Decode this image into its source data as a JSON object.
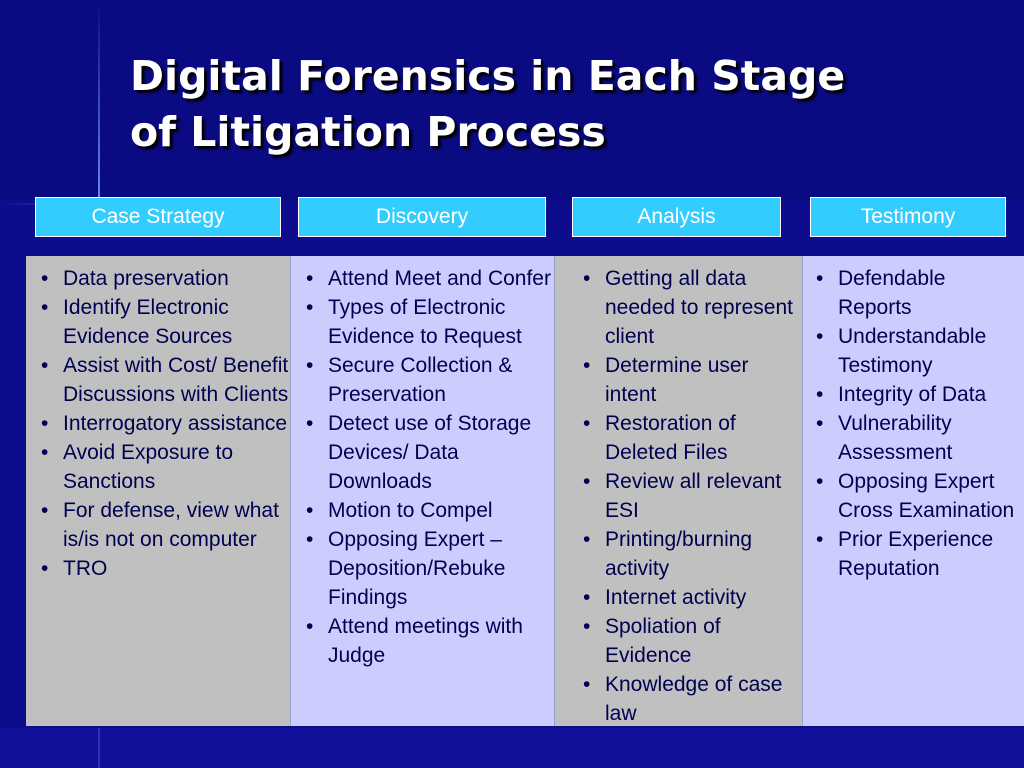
{
  "slide": {
    "title_line1": "Digital Forensics in Each Stage",
    "title_line2": "of Litigation Process"
  },
  "colors": {
    "background": "#0a0a82",
    "tab_fill": "#33ccff",
    "column_gray": "#c0c0c0",
    "column_lavender": "#ccccff",
    "text_dark": "#000050"
  },
  "stages": [
    {
      "label": "Case Strategy",
      "items": [
        "Data preservation",
        "Identify Electronic Evidence Sources",
        "Assist with Cost/ Benefit Discussions with Clients",
        "Interrogatory assistance",
        "Avoid Exposure to Sanctions",
        "For defense, view what is/is not on computer",
        "TRO"
      ]
    },
    {
      "label": "Discovery",
      "items": [
        "Attend Meet and Confer",
        "Types of Electronic Evidence to Request",
        "Secure Collection & Preservation",
        "Detect use of Storage Devices/ Data Downloads",
        "Motion to Compel",
        "Opposing Expert – Deposition/Rebuke Findings",
        "Attend meetings with Judge"
      ]
    },
    {
      "label": "Analysis",
      "items": [
        "Getting all data needed to represent client",
        "Determine user intent",
        "Restoration of Deleted Files",
        "Review all relevant ESI",
        "Printing/burning activity",
        "Internet activity",
        "Spoliation of Evidence",
        "Knowledge of case law"
      ]
    },
    {
      "label": "Testimony",
      "items": [
        "Defendable Reports",
        "Understandable Testimony",
        "Integrity of Data",
        "Vulnerability Assessment",
        "Opposing Expert Cross Examination",
        "Prior Experience Reputation"
      ]
    }
  ]
}
